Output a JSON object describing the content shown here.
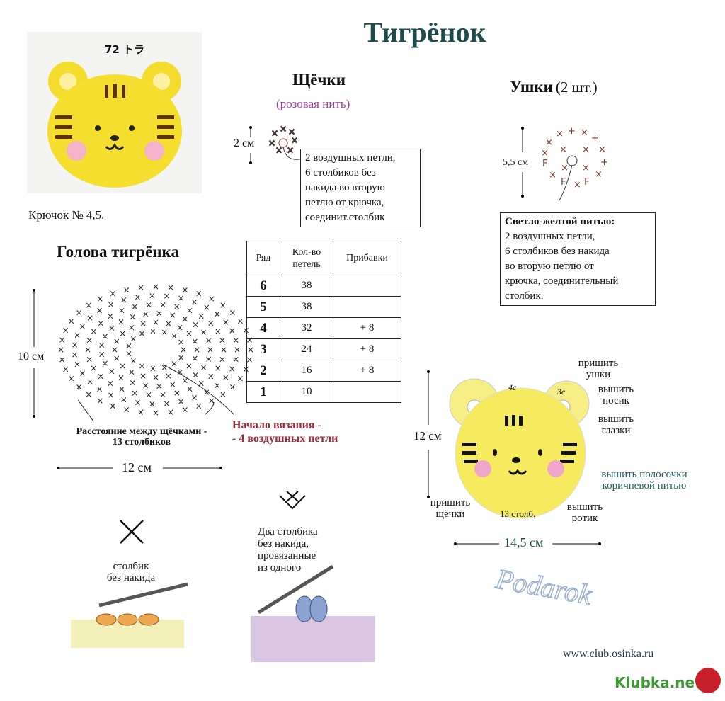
{
  "title": "Тигрёнок",
  "photo": {
    "caption": "72 トラ"
  },
  "hook": "Крючок № 4,5.",
  "cheeks": {
    "title": "Щёчки",
    "subtitle": "(розовая нить)",
    "size": "2 см",
    "instructions": [
      "2 воздушных петли,",
      "6 столбиков без",
      "накида во вторую",
      "петлю от крючка,",
      "соединит.столбик"
    ]
  },
  "ears": {
    "title": "Ушки",
    "count": "(2 шт.)",
    "size": "5,5 см",
    "instructions_head": "Светло-желтой нитью:",
    "instructions": [
      "2 воздушных петли,",
      "6 столбиков без накида",
      "во вторую петлю от",
      "крючка, соединительный",
      "столбик."
    ]
  },
  "head": {
    "title": "Голова тигрёнка",
    "height": "10 см",
    "width": "12 см",
    "note": [
      "Расстояние между щёчками -",
      "13 столбиков"
    ],
    "start": [
      "Начало вязания -",
      "- 4 воздушных петли"
    ]
  },
  "table": {
    "headers": [
      "Ряд",
      "Кол-во петель",
      "Прибавки"
    ],
    "rows": [
      [
        "6",
        "38",
        ""
      ],
      [
        "5",
        "38",
        ""
      ],
      [
        "4",
        "32",
        "+ 8"
      ],
      [
        "3",
        "24",
        "+ 8"
      ],
      [
        "2",
        "16",
        "+ 8"
      ],
      [
        "1",
        "10",
        ""
      ]
    ]
  },
  "assembly": {
    "height": "12 см",
    "width": "14,5 см",
    "sts": "13 столб.",
    "mark4": "4с",
    "mark3": "3с",
    "labels": {
      "ears": [
        "пришить",
        "ушки"
      ],
      "nose": [
        "вышить",
        "носик"
      ],
      "eyes": [
        "вышить",
        "глазки"
      ],
      "stripes": [
        "вышить полосочки",
        "коричневой нитью"
      ],
      "cheeks": [
        "пришить",
        "щёчки"
      ],
      "mouth": [
        "вышить",
        "ротик"
      ]
    }
  },
  "legend": {
    "sc": [
      "столбик",
      "без накида"
    ],
    "inc": [
      "Два столбика",
      "без накида,",
      "провязанные",
      "из одного"
    ]
  },
  "watermark": "Podarok",
  "site": "www.club.osinka.ru",
  "logo": "Klubka.net"
}
